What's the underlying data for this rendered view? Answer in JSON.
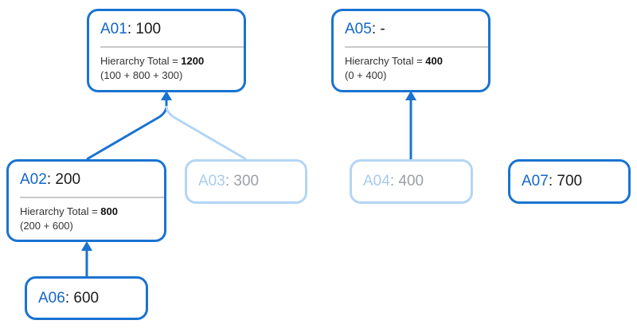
{
  "nodes": [
    {
      "key": "a01",
      "id": "A01",
      "value": "100",
      "faded": false,
      "total_label": "Hierarchy Total",
      "total_value": "1200",
      "breakdown": "(100 + 800 + 300)"
    },
    {
      "key": "a05",
      "id": "A05",
      "value": "-",
      "faded": false,
      "total_label": "Hierarchy Total",
      "total_value": "400",
      "breakdown": "(0 + 400)"
    },
    {
      "key": "a02",
      "id": "A02",
      "value": "200",
      "faded": false,
      "total_label": "Hierarchy Total",
      "total_value": "800",
      "breakdown": "(200 + 600)"
    },
    {
      "key": "a03",
      "id": "A03",
      "value": "300",
      "faded": true
    },
    {
      "key": "a04",
      "id": "A04",
      "value": "400",
      "faded": true
    },
    {
      "key": "a07",
      "id": "A07",
      "value": "700",
      "faded": false
    },
    {
      "key": "a06",
      "id": "A06",
      "value": "600",
      "faded": false
    }
  ],
  "edges": [
    {
      "from": "A02",
      "to": "A01",
      "faded": false
    },
    {
      "from": "A03",
      "to": "A01",
      "faded": true
    },
    {
      "from": "A04",
      "to": "A05",
      "faded": false
    },
    {
      "from": "A06",
      "to": "A02",
      "faded": false
    }
  ],
  "colors": {
    "accent": "#1a73d1",
    "id_text": "#1366c8",
    "faded": "#b3d5f5",
    "faded_text": "#9aa0a6"
  }
}
